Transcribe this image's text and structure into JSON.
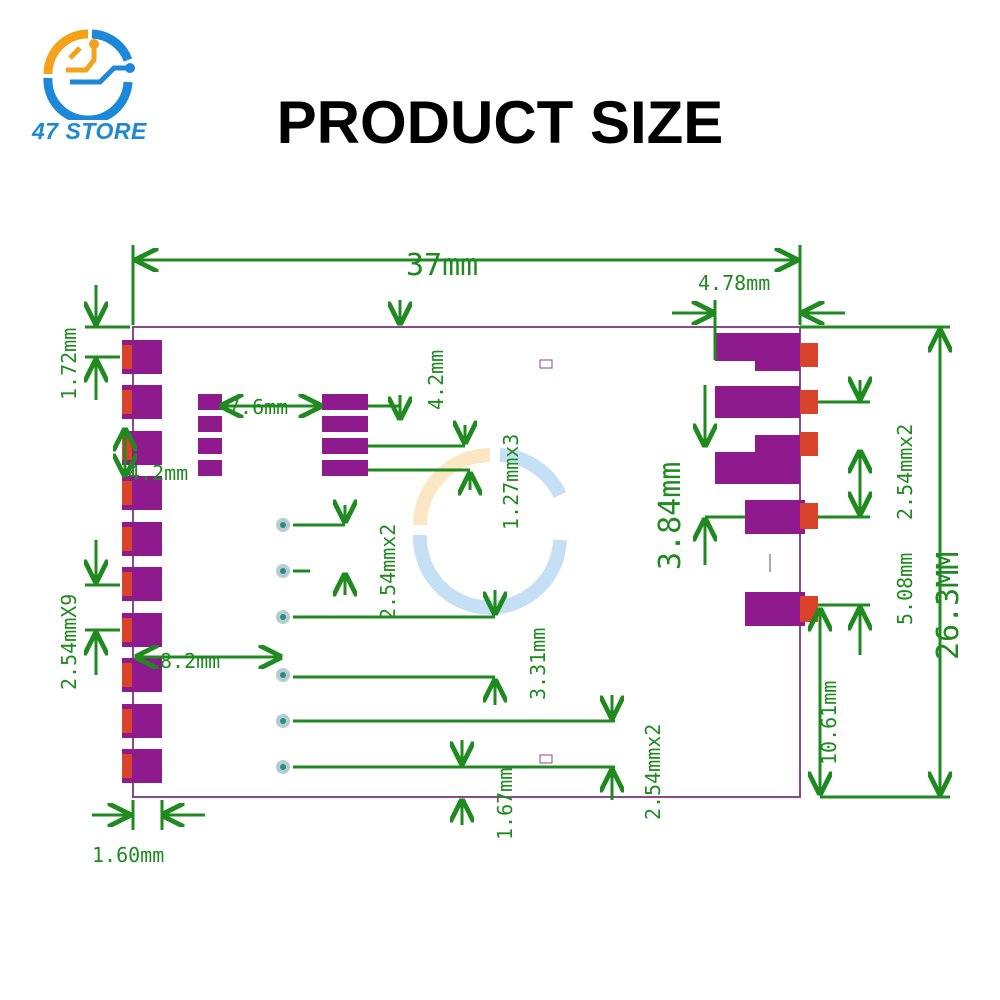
{
  "logo": {
    "text": "47 STORE",
    "colors": {
      "orange": "#f4a21a",
      "blue": "#1e88d8"
    }
  },
  "title": "PRODUCT SIZE",
  "colors": {
    "dimension": "#1f8a1f",
    "board_outline": "#8a4a8a",
    "pad": "#8e1a8e",
    "pad_edge": "#d8432a"
  },
  "dimensions": {
    "width": "37mm",
    "height": "26.3MM",
    "right_offset": "4.78mm",
    "top_left": "1.72mm",
    "header_pitch": "2.54mmX9",
    "left_offset": "1.60mm",
    "small_width": "7.6mm",
    "small_height": "4.2mm",
    "left_height": "4.2mm",
    "pitch_127": "1.27mmx3",
    "pitch_254_a": "2.54mmx2",
    "pitch_254_b": "2.54mmx2",
    "pitch_254_c": "2.54mmx2",
    "offset_82": "8.2mm",
    "offset_331": "3.31mm",
    "offset_167": "1.67mm",
    "offset_384": "3.84mm",
    "offset_508": "5.08mm",
    "offset_1061": "10.61mm"
  }
}
